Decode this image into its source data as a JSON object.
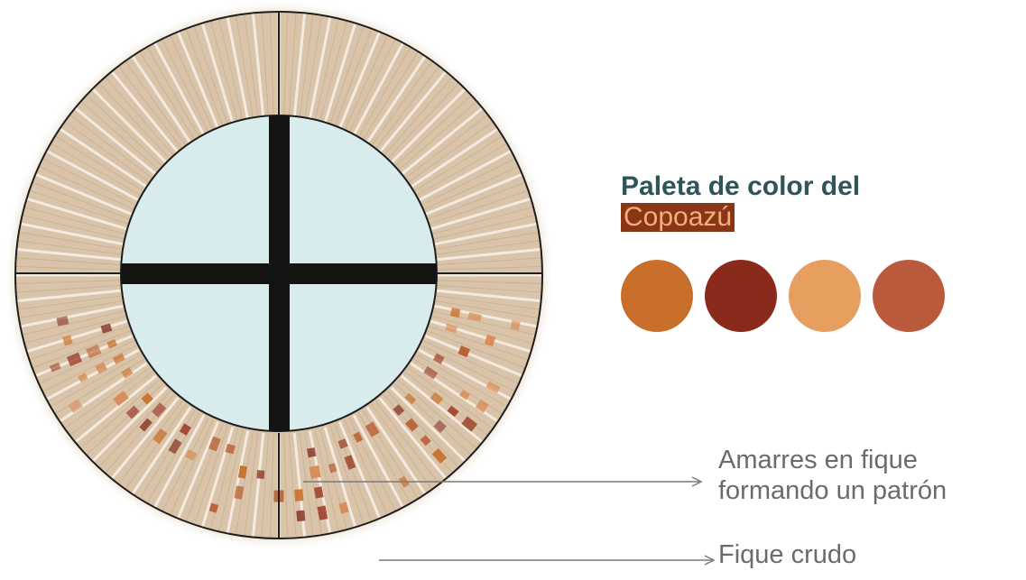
{
  "palette": {
    "title_line1": "Paleta de color del",
    "title_highlight": "Copoazú",
    "swatches": [
      {
        "name": "swatch-1",
        "color": "#c8702b"
      },
      {
        "name": "swatch-2",
        "color": "#892a1a"
      },
      {
        "name": "swatch-3",
        "color": "#e79f60"
      },
      {
        "name": "swatch-4",
        "color": "#b95a3d"
      }
    ]
  },
  "annotations": [
    {
      "line1": "Amarres en fique",
      "line2": "formando un patrón"
    },
    {
      "line1": "Fique crudo"
    }
  ],
  "colors": {
    "fiber": "#d9c4aa",
    "fiber_light": "#f4ebe0",
    "center_fill": "#d8eced",
    "cross": "#141414",
    "outline": "#1e1e1e",
    "leader": "#7a7a7a",
    "knot_colors": [
      "#b85e33",
      "#c8702b",
      "#d98c58",
      "#a04530",
      "#8a3a2a"
    ]
  }
}
